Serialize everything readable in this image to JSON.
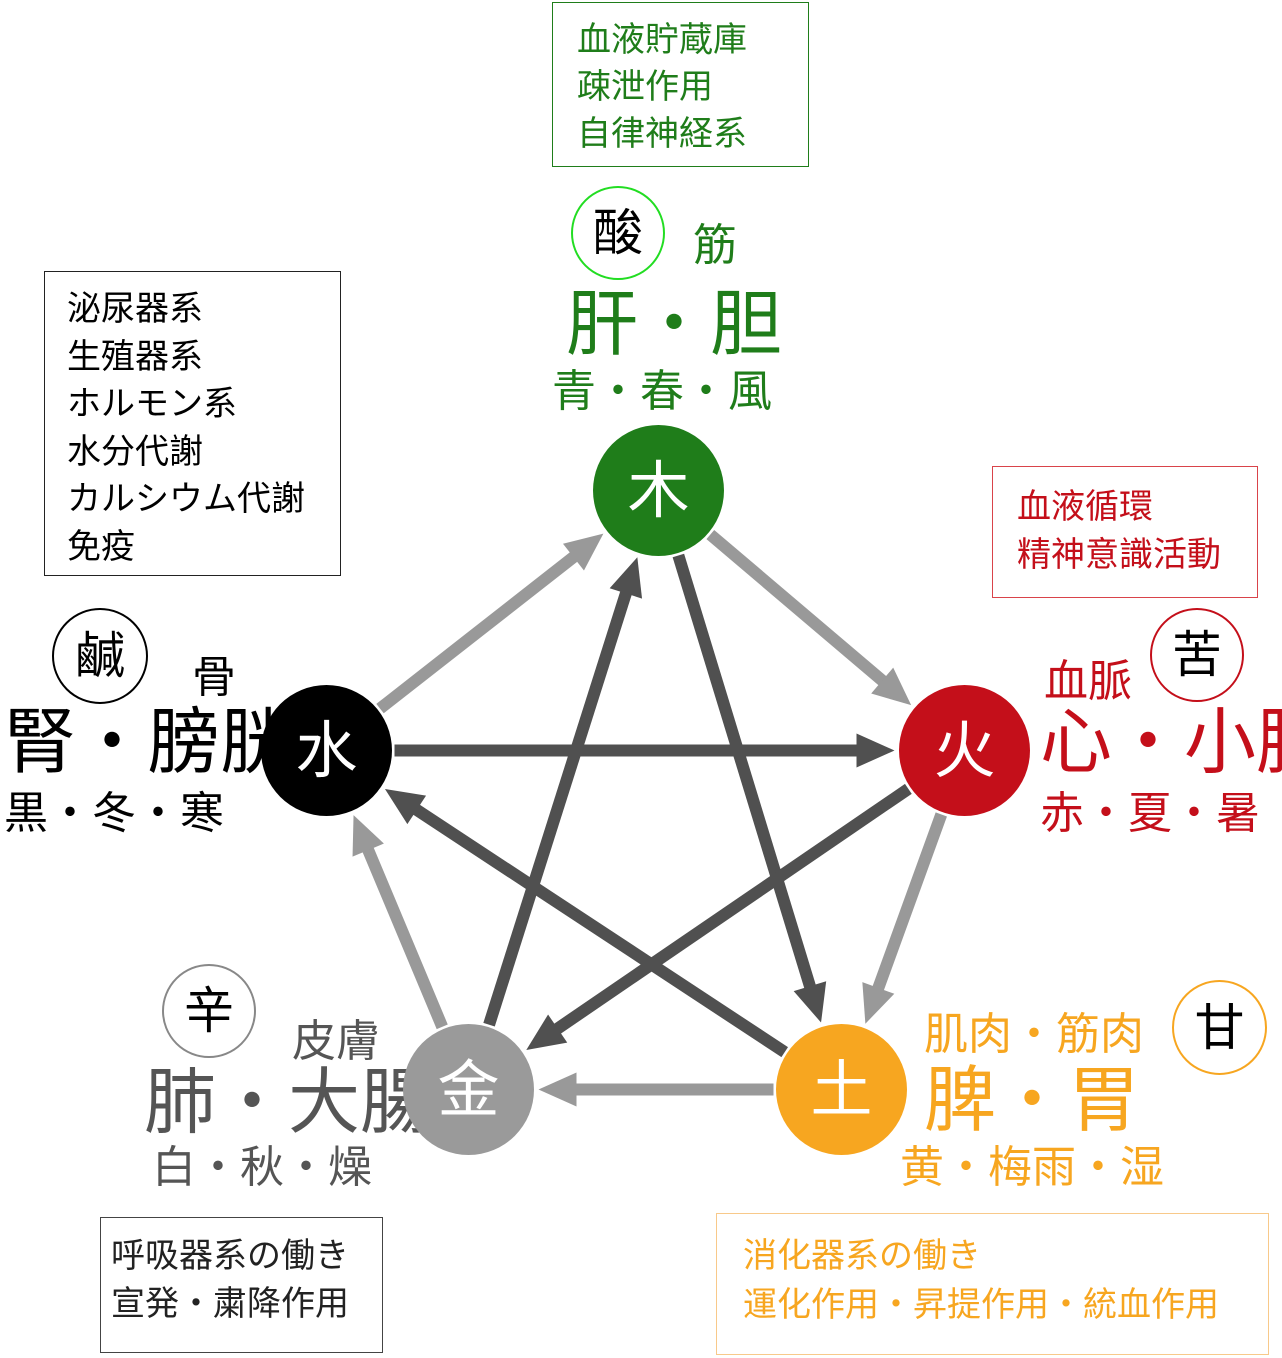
{
  "colors": {
    "wood": "#1f7d1a",
    "fire": "#c40f1a",
    "earth": "#f7a620",
    "metal": "#9a9a9a",
    "water": "#000000",
    "generating_arrow": "#999999",
    "controlling_arrow": "#505050"
  },
  "elements": {
    "wood": {
      "char": "木",
      "taste": "酸",
      "tissue": "筋",
      "organs": "肝・胆",
      "attributes": "青・春・風",
      "functions": [
        "血液貯蔵庫",
        "疎泄作用",
        "自律神経系"
      ]
    },
    "fire": {
      "char": "火",
      "taste": "苦",
      "tissue": "血脈",
      "organs": "心・小腸",
      "attributes": "赤・夏・暑",
      "functions": [
        "血液循環",
        "精神意識活動"
      ]
    },
    "earth": {
      "char": "土",
      "taste": "甘",
      "tissue": "肌肉・筋肉",
      "organs": "脾・胃",
      "attributes": "黄・梅雨・湿",
      "functions": [
        "消化器系の働き",
        "運化作用・昇提作用・統血作用"
      ]
    },
    "metal": {
      "char": "金",
      "taste": "辛",
      "tissue": "皮膚",
      "organs": "肺・大腸",
      "attributes": "白・秋・燥",
      "functions": [
        "呼吸器系の働き",
        "宣発・粛降作用"
      ]
    },
    "water": {
      "char": "水",
      "taste": "鹹",
      "tissue": "骨",
      "organs": "腎・膀胱",
      "attributes": "黒・冬・寒",
      "functions": [
        "泌尿器系",
        "生殖器系",
        "ホルモン系",
        "水分代謝",
        "カルシウム代謝",
        "免疫"
      ]
    }
  },
  "generating_cycle": [
    [
      "wood",
      "fire"
    ],
    [
      "fire",
      "earth"
    ],
    [
      "earth",
      "metal"
    ],
    [
      "metal",
      "water"
    ],
    [
      "water",
      "wood"
    ]
  ],
  "controlling_cycle": [
    [
      "wood",
      "earth"
    ],
    [
      "earth",
      "water"
    ],
    [
      "water",
      "fire"
    ],
    [
      "fire",
      "metal"
    ],
    [
      "metal",
      "wood"
    ]
  ]
}
